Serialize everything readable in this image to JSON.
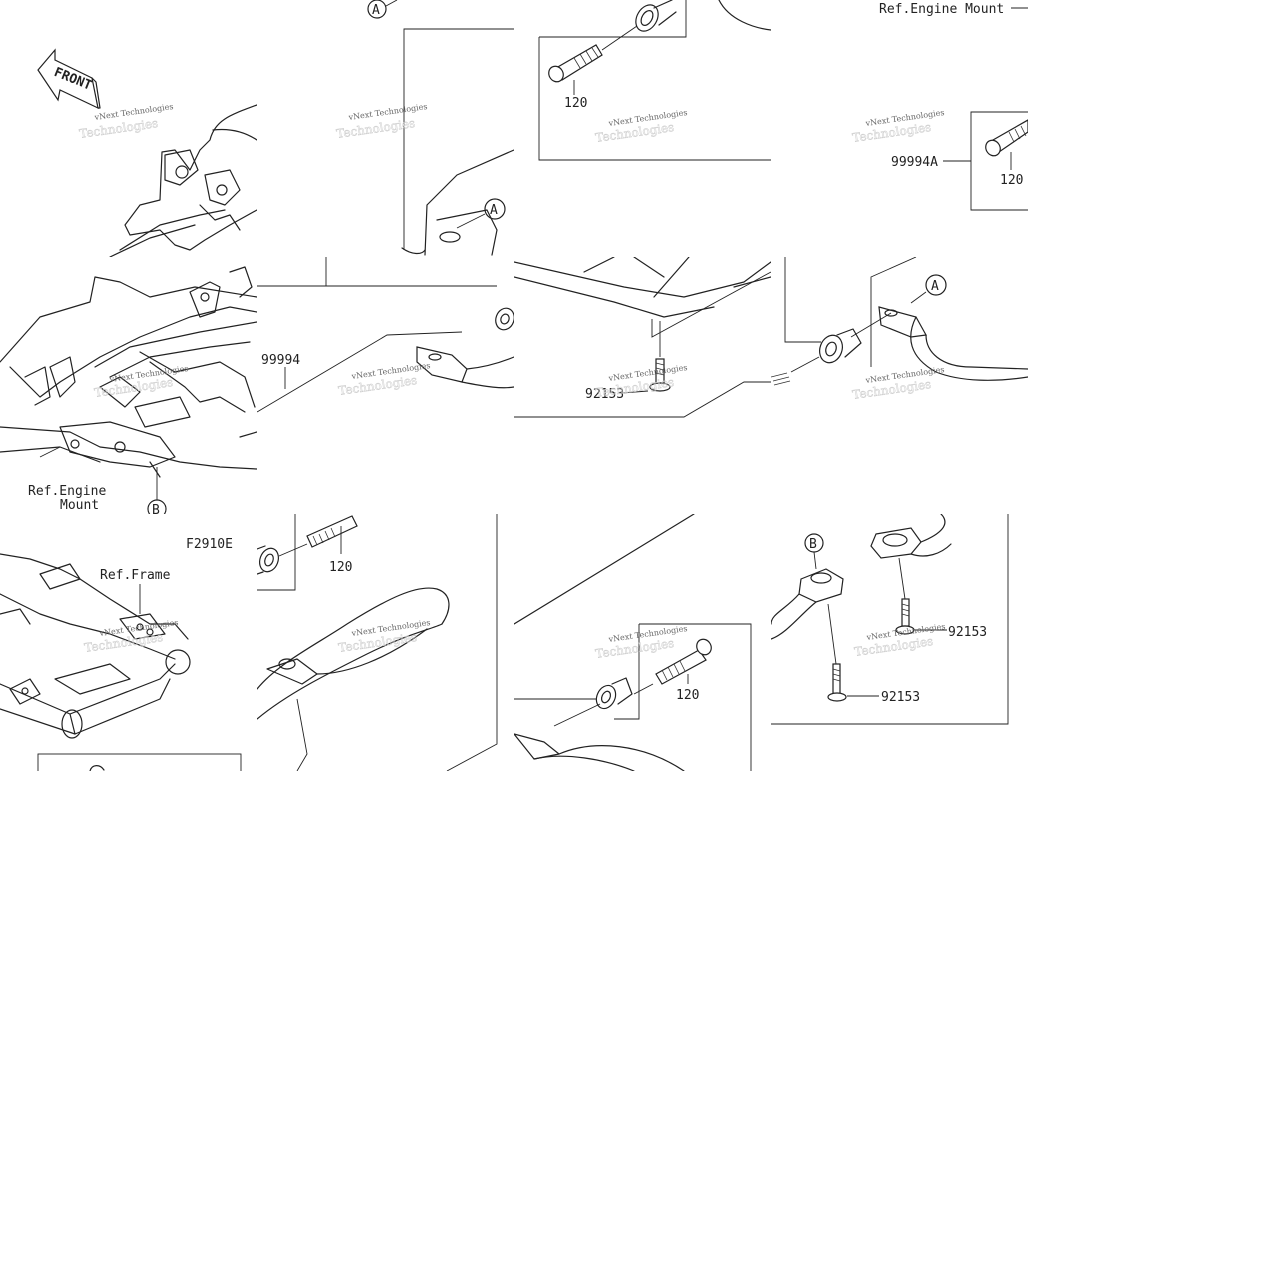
{
  "labels": {
    "ref_engine_mount_top": "Ref.Engine Mount",
    "ref_engine_mount_left_1": "Ref.Engine",
    "ref_engine_mount_left_2": "Mount",
    "ref_frame": "Ref.Frame",
    "figure_code": "F2910E",
    "front_arrow": "FRONT",
    "callout_a": "A",
    "callout_b": "B"
  },
  "part_numbers": {
    "p120": "120",
    "p99994": "99994",
    "p99994A": "99994A",
    "p92153": "92153"
  },
  "watermark": {
    "line1": "vNext Technologies",
    "line2": "Technologies"
  },
  "colors": {
    "line": "#222222",
    "background": "#ffffff",
    "watermark": "#666666"
  }
}
